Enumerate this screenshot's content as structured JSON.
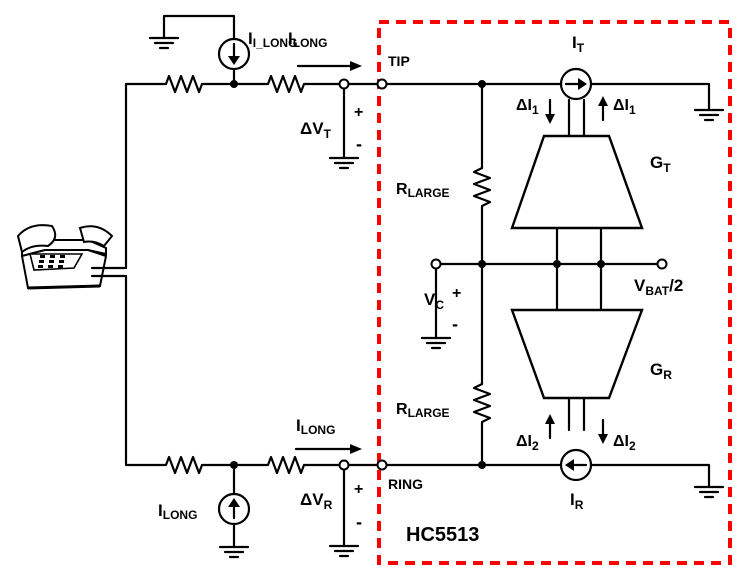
{
  "chip_name": "HC5513",
  "nodes": {
    "tip": "TIP",
    "ring": "RING",
    "vbat_half": "V_BAT/2"
  },
  "labels": {
    "i_long_source_top": "I_LONG",
    "i_long_arrow_top": "I_LONG",
    "i_long_arrow_bottom": "I_LONG",
    "i_long_source_bottom": "I_LONG",
    "delta_vt": "ΔV_T",
    "delta_vr": "ΔV_R",
    "vc": "V_C",
    "r_large_top": "R_LARGE",
    "r_large_bottom": "R_LARGE",
    "it": "I_T",
    "ir": "I_R",
    "gt": "G_T",
    "gr": "G_R",
    "di1_left": "ΔI_1",
    "di1_right": "ΔI_1",
    "di2_left": "ΔI_2",
    "di2_right": "ΔI_2"
  },
  "signs": {
    "plus": "+",
    "minus": "-"
  },
  "colors": {
    "boundary": "#ff0000",
    "wire": "#000000"
  },
  "icons": [
    "telephone-icon",
    "ground-icon",
    "current-source-icon",
    "resistor-icon",
    "amplifier-icon"
  ]
}
